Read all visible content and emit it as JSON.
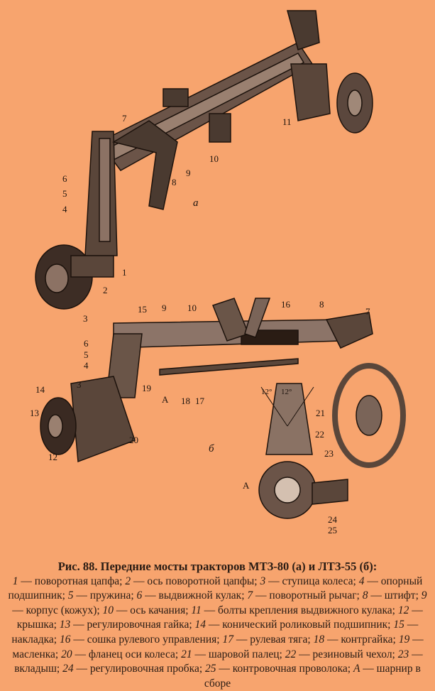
{
  "figure": {
    "part_a_label": "а",
    "part_b_label": "б",
    "callouts_a": [
      "7",
      "6",
      "5",
      "4",
      "11",
      "10",
      "9",
      "8",
      "1",
      "2",
      "3"
    ],
    "callouts_b": [
      "10",
      "9",
      "15",
      "16",
      "8",
      "7",
      "6",
      "5",
      "4",
      "19",
      "А",
      "18",
      "17",
      "3",
      "14",
      "13",
      "20",
      "12",
      "12°",
      "12°",
      "21",
      "22",
      "23",
      "А",
      "24",
      "25"
    ]
  },
  "caption": {
    "title": "Рис. 88.  Передние мосты тракторов  МТЗ-80 (а) и ЛТЗ-55 (б):",
    "items": [
      {
        "n": "1",
        "t": "поворотная цапфа"
      },
      {
        "n": "2",
        "t": "ось поворотной цапфы"
      },
      {
        "n": "3",
        "t": "ступица колеса"
      },
      {
        "n": "4",
        "t": "опорный подшипник"
      },
      {
        "n": "5",
        "t": "пружина"
      },
      {
        "n": "6",
        "t": "выдвижной кулак"
      },
      {
        "n": "7",
        "t": "поворотный рычаг"
      },
      {
        "n": "8",
        "t": "штифт"
      },
      {
        "n": "9",
        "t": "корпус (кожух)"
      },
      {
        "n": "10",
        "t": "ось качания"
      },
      {
        "n": "11",
        "t": "болты крепления выдвижного кулака"
      },
      {
        "n": "12",
        "t": "крышка"
      },
      {
        "n": "13",
        "t": "регулировочная гайка"
      },
      {
        "n": "14",
        "t": "конический роликовый подшипник"
      },
      {
        "n": "15",
        "t": "накладка"
      },
      {
        "n": "16",
        "t": "сошка рулевого управления"
      },
      {
        "n": "17",
        "t": "рулевая тяга"
      },
      {
        "n": "18",
        "t": "контргайка"
      },
      {
        "n": "19",
        "t": "масленка"
      },
      {
        "n": "20",
        "t": "фланец оси колеса"
      },
      {
        "n": "21",
        "t": "шаровой палец"
      },
      {
        "n": "22",
        "t": "резиновый чехол"
      },
      {
        "n": "23",
        "t": "вкладыш"
      },
      {
        "n": "24",
        "t": "регулировочная пробка"
      },
      {
        "n": "25",
        "t": "контровочная проволока"
      },
      {
        "n": "А",
        "t": "шарнир в сборе"
      }
    ]
  }
}
